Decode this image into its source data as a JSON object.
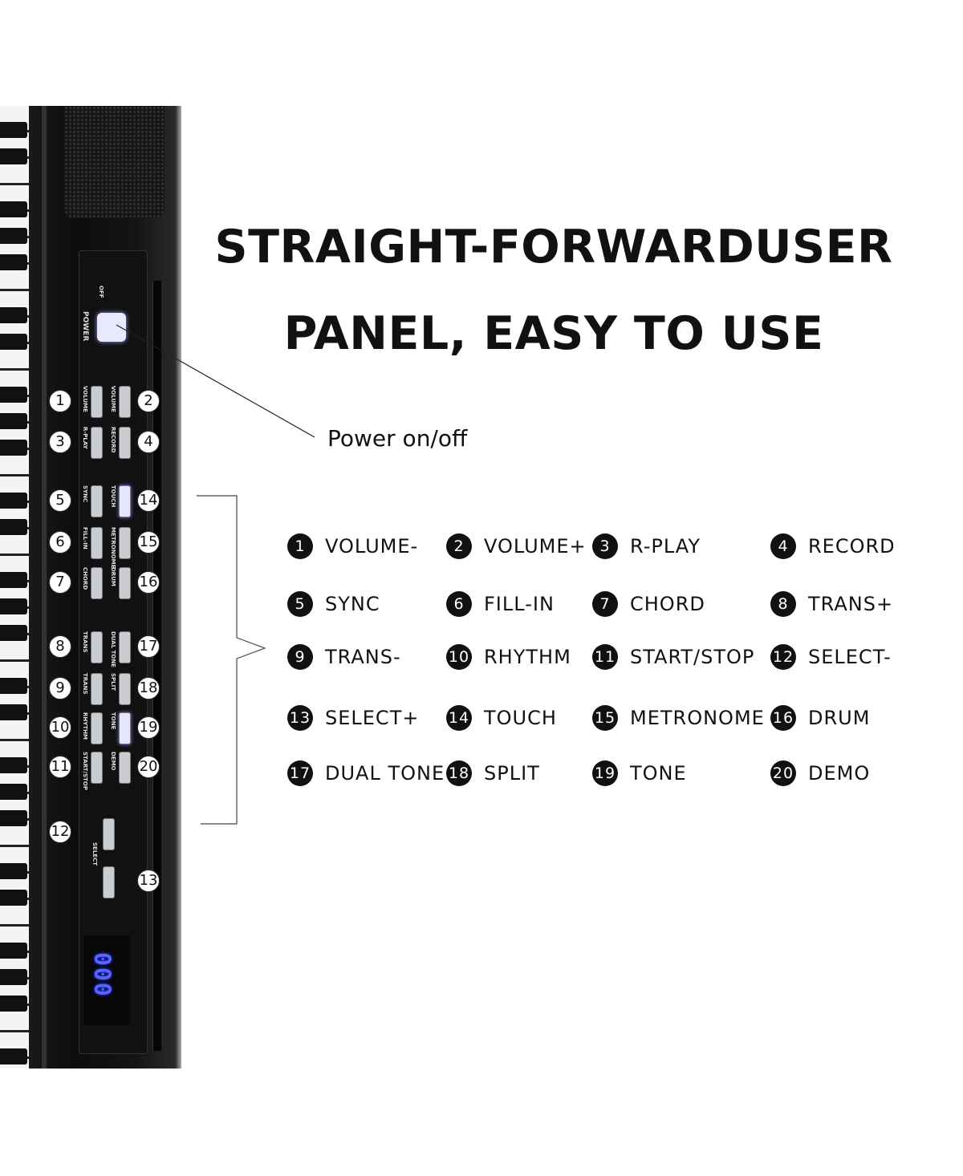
{
  "title_line1": "STRAIGHT-FORWARDUSER",
  "title_line2": "PANEL, EASY TO USE",
  "power_caption": "Power on/off",
  "panel": {
    "power_label": "POWER",
    "power_switch_label": "OFF",
    "select_label": "SELECT",
    "display_value": "000",
    "buttons": [
      {
        "n": "1",
        "label": "VOLUME"
      },
      {
        "n": "2",
        "label": "VOLUME"
      },
      {
        "n": "3",
        "label": "R-PLAY"
      },
      {
        "n": "4",
        "label": "RECORD"
      },
      {
        "n": "5",
        "label": "SYNC"
      },
      {
        "n": "14",
        "label": "TOUCH"
      },
      {
        "n": "6",
        "label": "FILL-IN"
      },
      {
        "n": "15",
        "label": "METRONOME"
      },
      {
        "n": "7",
        "label": "CHORD"
      },
      {
        "n": "16",
        "label": "DRUM"
      },
      {
        "n": "8",
        "label": "TRANS"
      },
      {
        "n": "17",
        "label": "DUAL TONE"
      },
      {
        "n": "9",
        "label": "TRANS"
      },
      {
        "n": "18",
        "label": "SPLIT"
      },
      {
        "n": "10",
        "label": "RHYTHM"
      },
      {
        "n": "19",
        "label": "TONE"
      },
      {
        "n": "11",
        "label": "START/STOP"
      },
      {
        "n": "20",
        "label": "DEMO"
      },
      {
        "n": "12",
        "label": ""
      },
      {
        "n": "13",
        "label": ""
      }
    ]
  },
  "legend": [
    {
      "n": "1",
      "label": "VOLUME-"
    },
    {
      "n": "2",
      "label": "VOLUME+"
    },
    {
      "n": "3",
      "label": "R-PLAY"
    },
    {
      "n": "4",
      "label": "RECORD"
    },
    {
      "n": "5",
      "label": "SYNC"
    },
    {
      "n": "6",
      "label": "FILL-IN"
    },
    {
      "n": "7",
      "label": "CHORD"
    },
    {
      "n": "8",
      "label": "TRANS+"
    },
    {
      "n": "9",
      "label": "TRANS-"
    },
    {
      "n": "10",
      "label": "RHYTHM"
    },
    {
      "n": "11",
      "label": "START/STOP"
    },
    {
      "n": "12",
      "label": "SELECT-"
    },
    {
      "n": "13",
      "label": "SELECT+"
    },
    {
      "n": "14",
      "label": "TOUCH"
    },
    {
      "n": "15",
      "label": "METRONOME"
    },
    {
      "n": "16",
      "label": "DRUM"
    },
    {
      "n": "17",
      "label": "DUAL TONE"
    },
    {
      "n": "18",
      "label": "SPLIT"
    },
    {
      "n": "19",
      "label": "TONE"
    },
    {
      "n": "20",
      "label": "DEMO"
    }
  ]
}
